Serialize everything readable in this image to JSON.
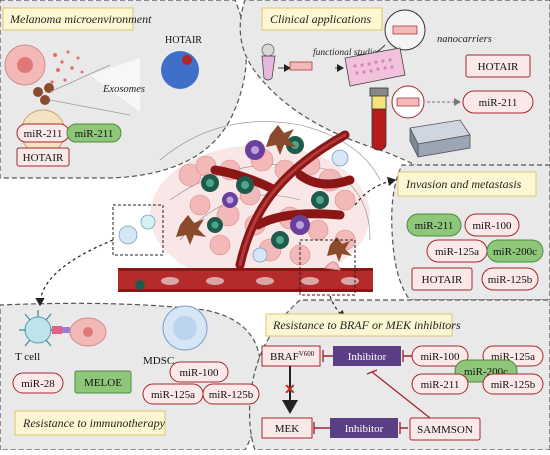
{
  "panels": {
    "melanoma_microenvironment": {
      "title": "Melanoma microenvironment",
      "exosomes_label": "Exosomes",
      "hotair_cell_label": "HOTAIR",
      "pills": [
        "miR-211",
        "miR-211",
        "HOTAIR"
      ]
    },
    "clinical_applications": {
      "title": "Clinical applications",
      "nanocarriers_label": "nanocarriers",
      "functional_studies_label": "functional studies",
      "pills": [
        "HOTAIR",
        "miR-211"
      ]
    },
    "invasion_metastasis": {
      "title": "Invasion and metastasis",
      "pills": [
        "miR-211",
        "miR-100",
        "miR-125a",
        "miR-200c",
        "HOTAIR",
        "miR-125b"
      ]
    },
    "immunotherapy": {
      "title": "Resistance to immunotherapy",
      "tcell_label": "T cell",
      "mdsc_label": "MDSC",
      "pills": [
        "miR-28",
        "MELOE",
        "miR-100",
        "miR-125a",
        "miR-125b"
      ]
    },
    "braf_mek": {
      "title": "Resistance to BRAF or MEK inhibitors",
      "braf_label": "BRAF",
      "braf_superscript": "V600",
      "inhibitor_label": "Inhibitor",
      "mek_label": "MEK",
      "sammson_label": "SAMMSON",
      "pills": [
        "miR-100",
        "miR-125a",
        "miR-200c",
        "miR-211",
        "miR-125b"
      ]
    }
  },
  "colors": {
    "panel_bg": "#e9e9e9",
    "title_bg": "#fdf6d3",
    "title_border": "#e0c56d",
    "pill_red_fill": "#fbe9e9",
    "pill_red_stroke": "#a3272d",
    "pill_green_fill": "#8ec77a",
    "pill_green_stroke": "#4f8a3e",
    "inhibitor": "#5a3f86",
    "vessel": "#8a1616"
  }
}
